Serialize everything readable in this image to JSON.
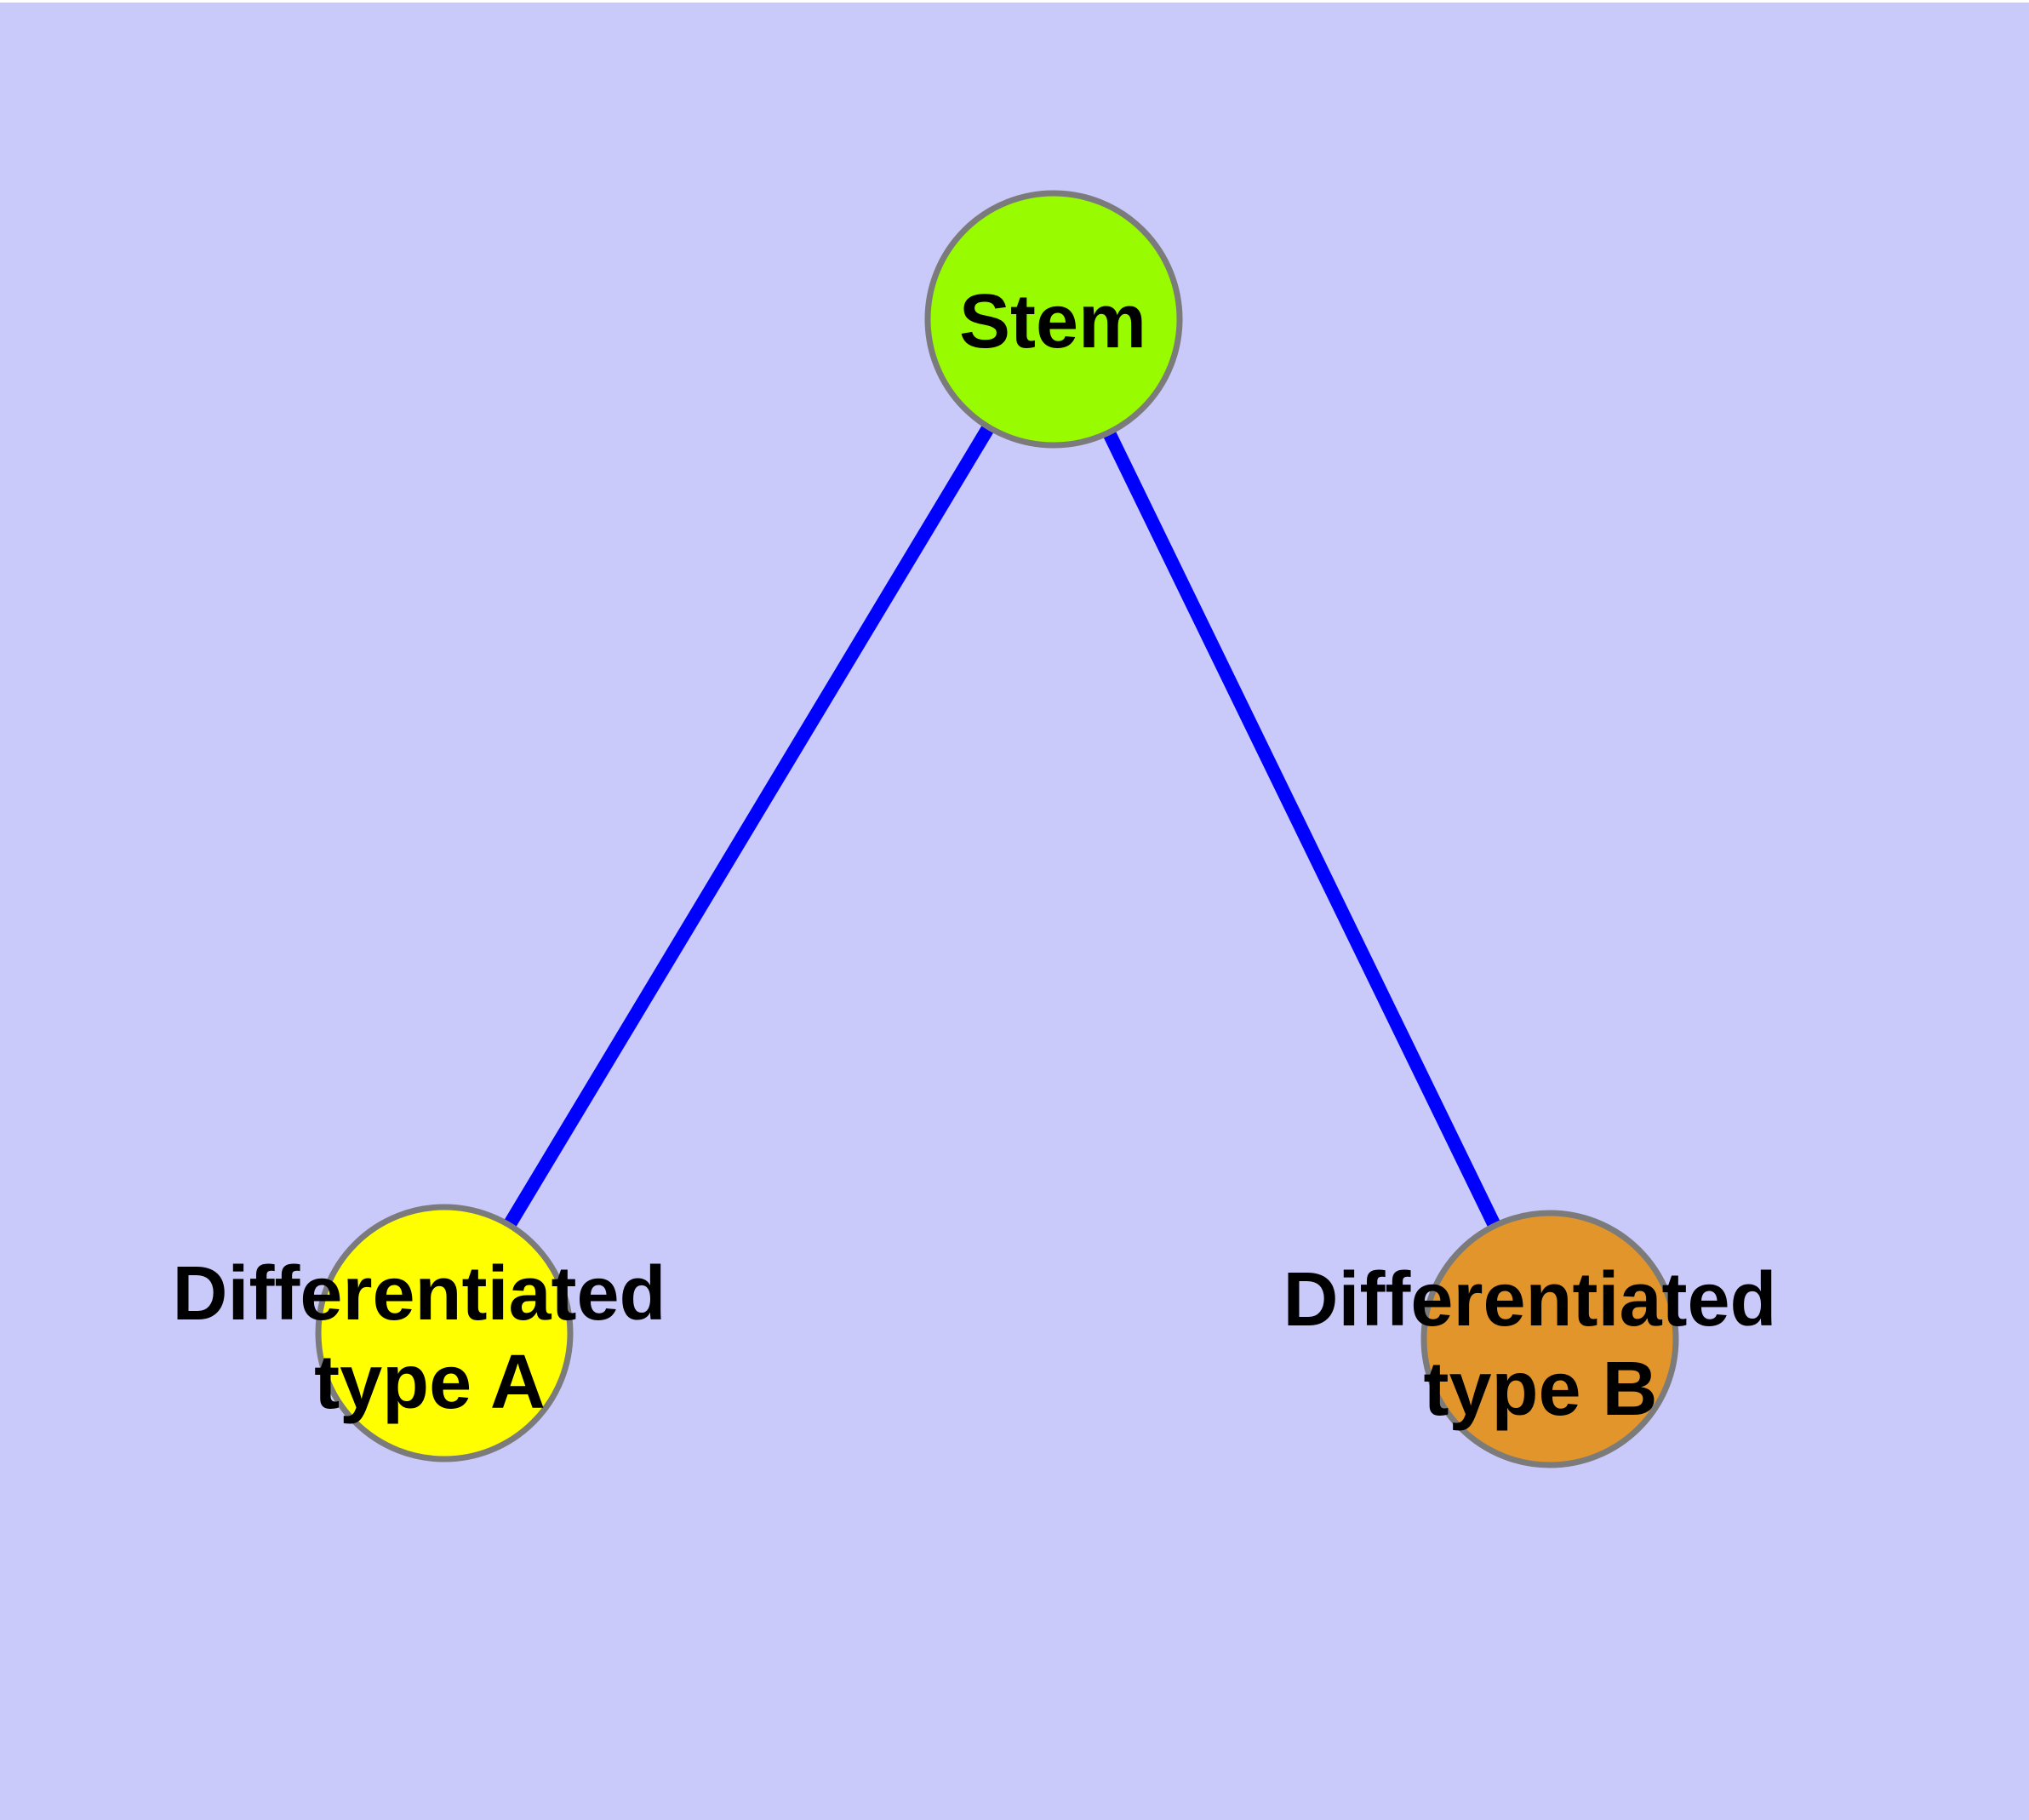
{
  "diagram": {
    "type": "graph",
    "background_color": "#c9c9fa",
    "top_edge_strip_color": "#ffffff",
    "edge_color": "#0000ff",
    "node_border_color": "#7b7b7b",
    "label_color": "#000000",
    "nodes": [
      {
        "id": "stem",
        "label": "Stem",
        "shape": "circle",
        "color": "#99fb00"
      },
      {
        "id": "type-a",
        "label": "Differentiated type A",
        "label_lines": [
          "Differentiated",
          "type A"
        ],
        "shape": "circle",
        "color": "#ffff00"
      },
      {
        "id": "type-b",
        "label": "Differentiated type B",
        "label_lines": [
          "Differentiated",
          "type B"
        ],
        "shape": "circle",
        "color": "#e2952b"
      }
    ],
    "edges": [
      {
        "from": "Stem",
        "to": "Differentiated type A"
      },
      {
        "from": "Stem",
        "to": "Differentiated type B"
      }
    ]
  }
}
